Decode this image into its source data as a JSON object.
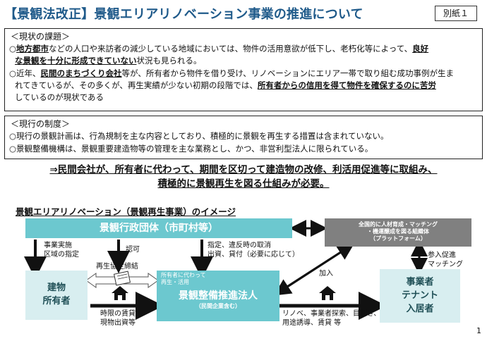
{
  "title": "【景観法改正】景観エリアリノベーション事業の推進について",
  "appendix_label": "別紙１",
  "issues": {
    "heading": "＜現状の課題＞",
    "p1_l1_a": "○",
    "p1_l1_b": "地方都市",
    "p1_l1_c": "などの人口や来訪者の減少している地域においては、物件の活用意欲が低下し、老朽化等によって、",
    "p1_l1_d": "良好",
    "p1_l2_a": "な景観を十分に形成できていない",
    "p1_l2_b": "状況も見られる。",
    "p2_l1_a": "○近年、",
    "p2_l1_b": "民間のまちづくり会社",
    "p2_l1_c": "等が、所有者から物件を借り受け、リノベーションにエリア一帯で取り組む成功事例が生ま",
    "p2_l2_a": "れてきているが、その多くが、再生実績が少ない初期の段階では、",
    "p2_l2_b": "所有者からの信用を得て物件を確保するのに苦労",
    "p2_l3": "しているのが現状である"
  },
  "system": {
    "heading": "＜現行の制度＞",
    "l1": "○現行の景観計画は、行為規制を主な内容としており、積極的に景観を再生する措置は含まれていない。",
    "l2": "○景観整備機構は、景観重要建造物等の管理を主な業務とし、かつ、非営利型法人に限られている。"
  },
  "conclusion": {
    "l1": "⇒民間会社が、所有者に代わって、期間を区切って建造物の改修、利活用促進等に取組み、",
    "l2": "積極的に景観再生を図る仕組みが必要。"
  },
  "diagram": {
    "title": "景観エリアリノベーション（景観再生事業）のイメージ",
    "gov": "景観行政団体（市町村等）",
    "national_org_l1": "全国的に人材育成・マッチング",
    "national_org_l2": "・機運醸成を図る組織体",
    "national_org_l3": "（プラットフォーム）",
    "owner_l1": "建物",
    "owner_l2": "所有者",
    "corp_note_l1": "所有者に代わって",
    "corp_note_l2": "再生・活用",
    "corp_main": "景観整備推進法人",
    "corp_sub": "（民間企業含む）",
    "tenant_l1": "事業者",
    "tenant_l2": "テナント",
    "tenant_l3": "入居者",
    "lbl_designate_l1": "事業実施",
    "lbl_designate_l2": "区域の指定",
    "lbl_approval": "認可",
    "lbl_agreement": "再生協定締結",
    "lbl_gov_corp_l1": "指定、違反時の取消",
    "lbl_gov_corp_l2": "出資、貸付（必要に応じて）",
    "lbl_lease_l1": "時限の賃貸、",
    "lbl_lease_l2": "現物出資等",
    "lbl_join": "加入",
    "lbl_match_l1": "参入促進",
    "lbl_match_l2": "マッチング",
    "lbl_reno_l1": "リノベ、事業者探索、目利き、",
    "lbl_reno_l2": "用途誘導、賃貸 等"
  },
  "page_number": "1"
}
